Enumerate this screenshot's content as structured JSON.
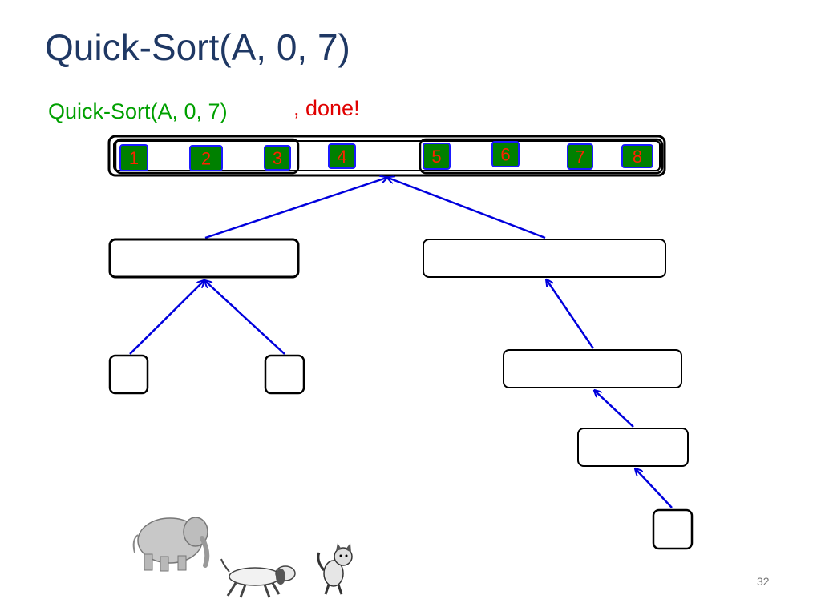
{
  "slide": {
    "title": "Quick-Sort(A, 0, 7)",
    "current_call": "Quick-Sort(A, 0, 7)",
    "status": ", done!",
    "page_number": "32"
  },
  "array": {
    "cells": [
      "1",
      "2",
      "3",
      "4",
      "5",
      "6",
      "7",
      "8"
    ],
    "cell_fill": "#008000",
    "cell_border": "#1a1aff",
    "label_color": "#ff2200"
  },
  "colors": {
    "title": "#1f3864",
    "call_text": "#00a000",
    "done_text": "#e00000",
    "arrow": "#0000dd",
    "box_border": "#000000"
  },
  "recursion_tree": {
    "root": "array [1..8]",
    "children": [
      {
        "name": "left-subarray",
        "children": [
          "left-leaf-1",
          "left-leaf-2"
        ]
      },
      {
        "name": "right-subarray",
        "children": [
          {
            "name": "right-child",
            "children": [
              {
                "name": "right-grandchild",
                "children": [
                  "right-leaf"
                ]
              }
            ]
          }
        ]
      }
    ]
  },
  "images": [
    "elephant-icon",
    "dog-icon",
    "cat-icon"
  ]
}
